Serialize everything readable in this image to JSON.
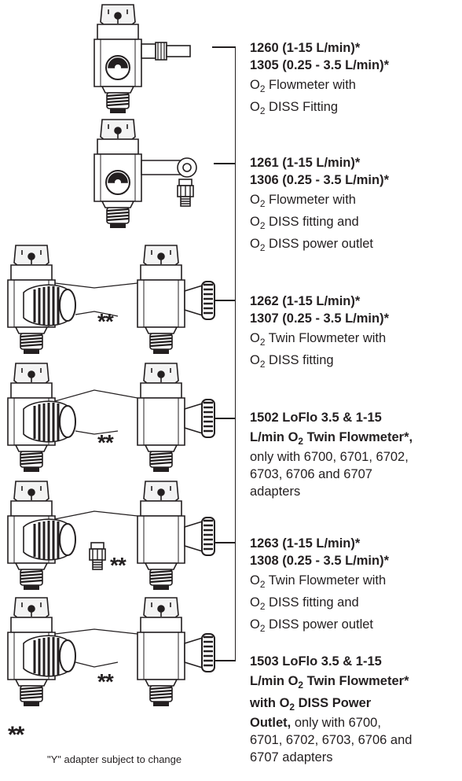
{
  "entries": [
    {
      "lines": [
        {
          "parts": [
            {
              "t": "1260 (1-15 L/min)*",
              "b": true
            }
          ]
        },
        {
          "parts": [
            {
              "t": "1305 (0.25 - 3.5 L/min)*",
              "b": true
            }
          ]
        },
        {
          "parts": [
            {
              "t": "O"
            },
            {
              "t": "2",
              "sub": true
            },
            {
              "t": " Flowmeter with"
            }
          ]
        },
        {
          "parts": [
            {
              "t": "O"
            },
            {
              "t": "2",
              "sub": true
            },
            {
              "t": " DISS Fitting"
            }
          ]
        }
      ]
    },
    {
      "lines": [
        {
          "parts": [
            {
              "t": "1261 (1-15 L/min)*",
              "b": true
            }
          ]
        },
        {
          "parts": [
            {
              "t": "1306 (0.25 - 3.5 L/min)*",
              "b": true
            }
          ]
        },
        {
          "parts": [
            {
              "t": "O"
            },
            {
              "t": "2",
              "sub": true
            },
            {
              "t": " Flowmeter with"
            }
          ]
        },
        {
          "parts": [
            {
              "t": "O"
            },
            {
              "t": "2",
              "sub": true
            },
            {
              "t": " DISS fitting and"
            }
          ]
        },
        {
          "parts": [
            {
              "t": "O"
            },
            {
              "t": "2",
              "sub": true
            },
            {
              "t": " DISS power outlet"
            }
          ]
        }
      ]
    },
    {
      "lines": [
        {
          "parts": [
            {
              "t": "1262 (1-15 L/min)*",
              "b": true
            }
          ]
        },
        {
          "parts": [
            {
              "t": "1307 (0.25 - 3.5 L/min)*",
              "b": true
            }
          ]
        },
        {
          "parts": [
            {
              "t": "O"
            },
            {
              "t": "2",
              "sub": true
            },
            {
              "t": " Twin Flowmeter with"
            }
          ]
        },
        {
          "parts": [
            {
              "t": "O"
            },
            {
              "t": "2",
              "sub": true
            },
            {
              "t": " DISS fitting"
            }
          ]
        }
      ]
    },
    {
      "lines": [
        {
          "parts": [
            {
              "t": "1502 LoFlo 3.5 & 1-15",
              "b": true
            }
          ]
        },
        {
          "parts": [
            {
              "t": "L/min O",
              "b": true
            },
            {
              "t": "2",
              "b": true,
              "sub": true
            },
            {
              "t": " Twin Flowmeter*,",
              "b": true
            }
          ]
        },
        {
          "parts": [
            {
              "t": "only with 6700, 6701, 6702,"
            }
          ]
        },
        {
          "parts": [
            {
              "t": "6703, 6706 and 6707"
            }
          ]
        },
        {
          "parts": [
            {
              "t": "adapters"
            }
          ]
        }
      ]
    },
    {
      "lines": [
        {
          "parts": [
            {
              "t": "1263 (1-15 L/min)*",
              "b": true
            }
          ]
        },
        {
          "parts": [
            {
              "t": "1308 (0.25 - 3.5 L/min)*",
              "b": true
            }
          ]
        },
        {
          "parts": [
            {
              "t": "O"
            },
            {
              "t": "2",
              "sub": true
            },
            {
              "t": " Twin Flowmeter with"
            }
          ]
        },
        {
          "parts": [
            {
              "t": "O"
            },
            {
              "t": "2",
              "sub": true
            },
            {
              "t": " DISS fitting and"
            }
          ]
        },
        {
          "parts": [
            {
              "t": "O"
            },
            {
              "t": "2",
              "sub": true
            },
            {
              "t": " DISS power outlet"
            }
          ]
        }
      ]
    },
    {
      "lines": [
        {
          "parts": [
            {
              "t": "1503 LoFlo 3.5 & 1-15",
              "b": true
            }
          ]
        },
        {
          "parts": [
            {
              "t": "L/min O",
              "b": true
            },
            {
              "t": "2",
              "b": true,
              "sub": true
            },
            {
              "t": " Twin Flowmeter*",
              "b": true
            }
          ]
        },
        {
          "parts": [
            {
              "t": "with O",
              "b": true
            },
            {
              "t": "2",
              "b": true,
              "sub": true
            },
            {
              "t": " DISS Power",
              "b": true
            }
          ]
        },
        {
          "parts": [
            {
              "t": "Outlet,",
              "b": true
            },
            {
              "t": " only with 6700,"
            }
          ]
        },
        {
          "parts": [
            {
              "t": "6701, 6702, 6703, 6706 and"
            }
          ]
        },
        {
          "parts": [
            {
              "t": "6707 adapters"
            }
          ]
        }
      ]
    }
  ],
  "drawing_marks": {
    "stars": "**",
    "gauge_marks": "-1 — 1-"
  },
  "footnote": {
    "mark": "**",
    "text": "\"Y\" adapter subject to change"
  }
}
